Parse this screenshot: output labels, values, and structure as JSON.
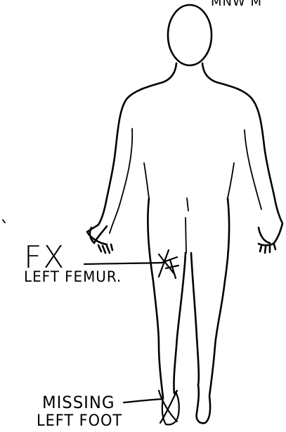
{
  "header": {
    "cropped_text": "MNW M"
  },
  "annotations": {
    "fracture_abbrev": "FX",
    "fracture_site": "LEFT FEMUR.",
    "missing_label": "MISSING",
    "missing_part": "LEFT FOOT"
  },
  "colors": {
    "ink": "#000000",
    "paper": "#ffffff"
  }
}
